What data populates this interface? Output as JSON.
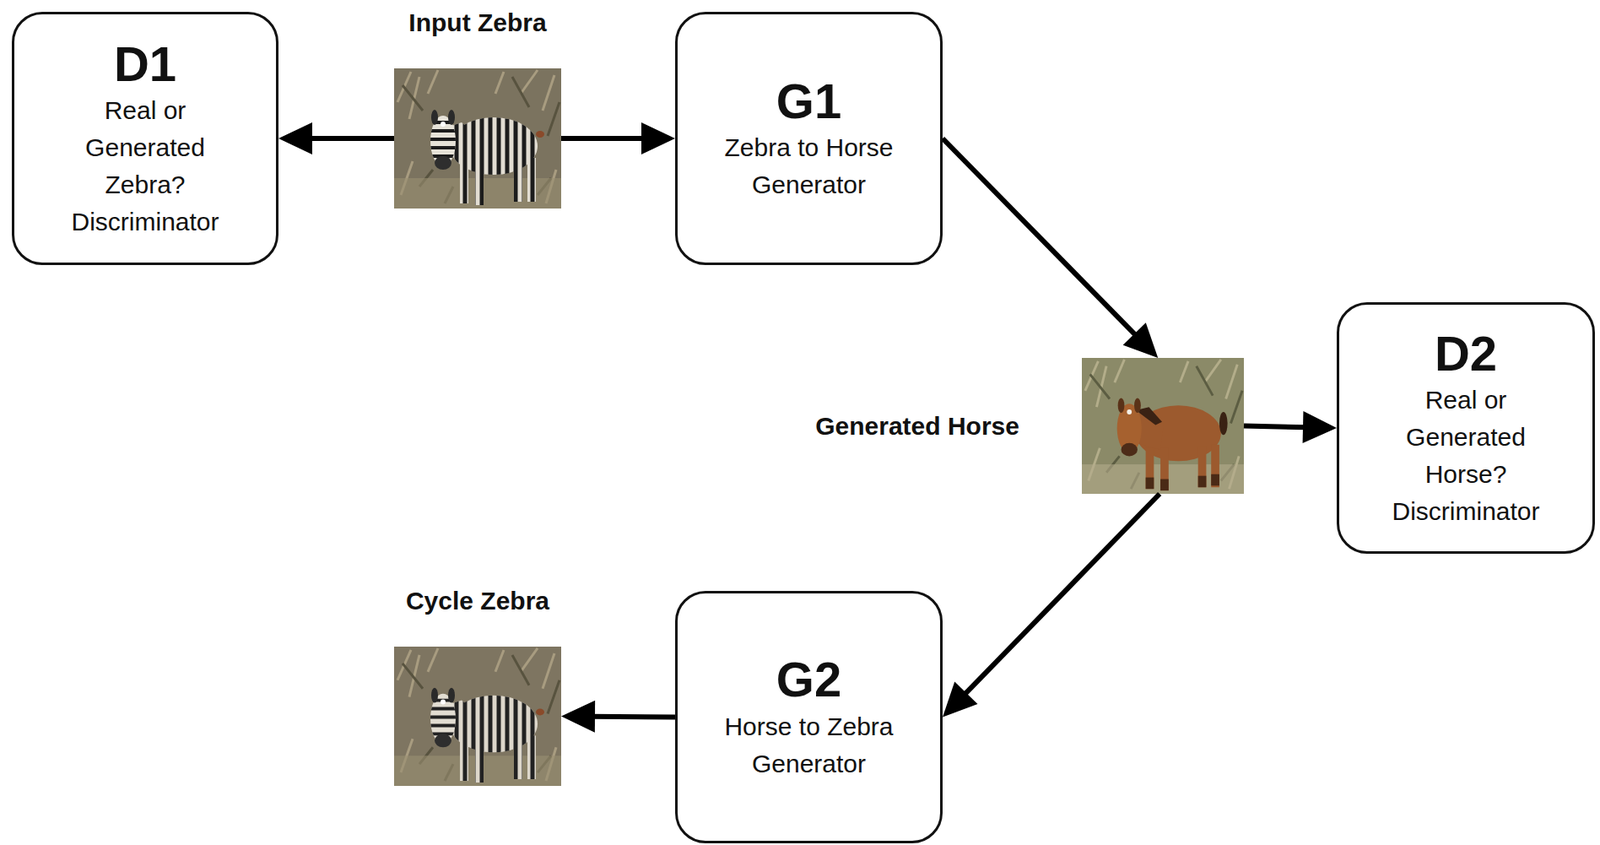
{
  "diagram": {
    "nodes": [
      {
        "text": [
          "D1",
          "Real or Generated Zebra? Discriminator"
        ]
      },
      {
        "text": [
          "Input Zebra"
        ]
      },
      {
        "text": [
          "G1",
          "Zebra to Horse Generator"
        ]
      },
      {
        "text": [
          "Generated Horse"
        ]
      },
      {
        "text": [
          "D2",
          "Real or Generated Horse? Discriminator"
        ]
      },
      {
        "text": [
          "Cycle Zebra"
        ]
      },
      {
        "text": [
          "G2",
          "Horse to Zebra Generator"
        ]
      }
    ],
    "edges": [
      {
        "from": 1,
        "to": 0,
        "arrow": "to"
      },
      {
        "from": 1,
        "to": 2,
        "arrow": "to"
      },
      {
        "from": 2,
        "to": 3,
        "arrow": "to"
      },
      {
        "from": 3,
        "to": 4,
        "arrow": "to"
      },
      {
        "from": 3,
        "to": 6,
        "arrow": "to"
      },
      {
        "from": 6,
        "to": 5,
        "arrow": "to"
      }
    ]
  }
}
